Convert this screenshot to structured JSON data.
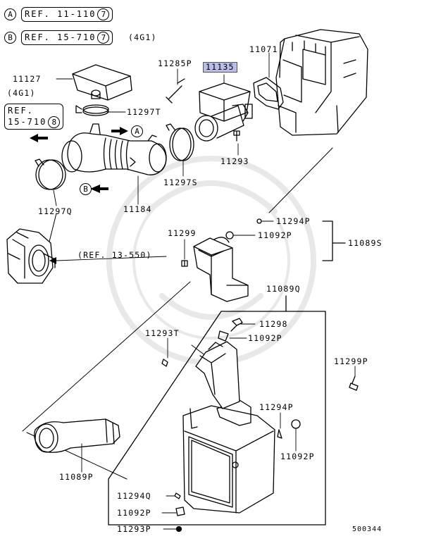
{
  "refs": {
    "a": {
      "letter": "A",
      "text": "REF. 11-110",
      "circled": "7"
    },
    "b": {
      "letter": "B",
      "text": "REF. 15-710",
      "circled": "7",
      "suffix": "(4G1)"
    },
    "c": {
      "line1": "REF.",
      "line2": "15-710",
      "circled": "8"
    },
    "note_4g1": "(4G1)",
    "ref_13_550": "(REF. 13-550)"
  },
  "arrows": {
    "a": "A",
    "b": "B"
  },
  "parts": {
    "p11127": "11127",
    "p11297t": "11297T",
    "p11285p": "11285P",
    "p11135": "11135",
    "p11071": "11071",
    "p11293": "11293",
    "p11297s": "11297S",
    "p11184": "11184",
    "p11297q": "11297Q",
    "p11294p_top": "11294P",
    "p11092p_top": "11092P",
    "p11089s": "11089S",
    "p11299": "11299",
    "p11089q": "11089Q",
    "p11298": "11298",
    "p11092p_mid": "11092P",
    "p11293t": "11293T",
    "p11299p": "11299P",
    "p11294p_mid": "11294P",
    "p11092p_right": "11092P",
    "p11089p": "11089P",
    "p11294q": "11294Q",
    "p11092p_bot": "11092P",
    "p11293p": "11293P"
  },
  "diagram_code": "500344"
}
